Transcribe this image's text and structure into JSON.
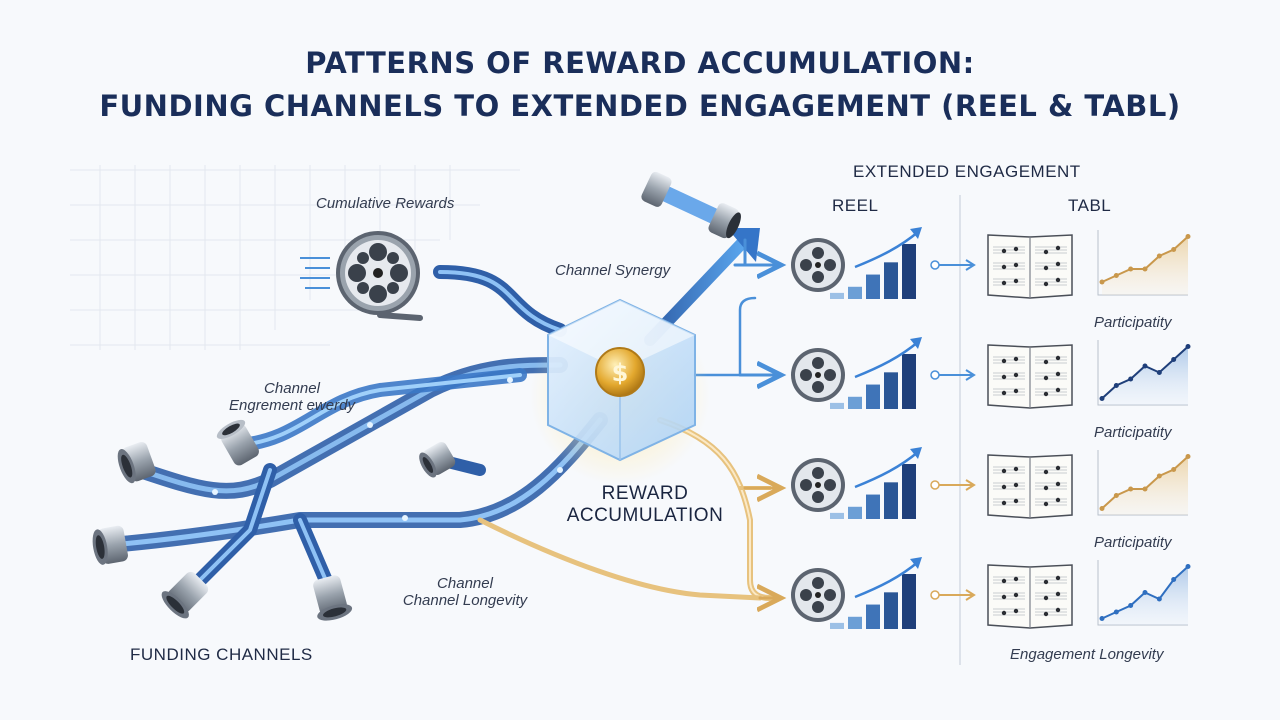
{
  "title": {
    "line1": "PATTERNS OF REWARD ACCUMULATION:",
    "line2": "FUNDING CHANNELS TO EXTENDED ENGAGEMENT (REEL & TABL)"
  },
  "labels": {
    "cumulative_rewards": "Cumulative Rewards",
    "channel_synergy": "Channel Synergy",
    "channel_engagement_1": "Channel",
    "channel_engagement_2": "Engrement ewerdy",
    "reward_accumulation_1": "REWARD",
    "reward_accumulation_2": "ACCUMULATION",
    "channel_longevity_1": "Channel",
    "channel_longevity_2": "Channel Longevity",
    "funding_channels": "FUNDING CHANNELS",
    "extended_engagement": "EXTENDED ENGAGEMENT",
    "reel": "REEL",
    "tabl": "TABL",
    "row_labels": [
      "Participatity",
      "Participatity",
      "Participatity",
      "Engagement Longevity"
    ]
  },
  "hub_symbol": "$",
  "colors": {
    "title": "#1a2e5a",
    "blue_channel": "#3b82d6",
    "gold_channel": "#e0b05a",
    "navy_bar": "#1f3f7a",
    "gold_chart": "#d9a95a"
  },
  "rows": [
    {
      "bars": [
        1,
        2,
        4,
        6,
        9
      ],
      "tabl_trend": [
        2,
        3,
        4,
        4,
        6,
        7,
        9
      ],
      "tabl_color": "gold"
    },
    {
      "bars": [
        1,
        2,
        4,
        6,
        9
      ],
      "tabl_trend": [
        1,
        3,
        4,
        6,
        5,
        7,
        9
      ],
      "tabl_color": "navy"
    },
    {
      "bars": [
        1,
        2,
        4,
        6,
        9
      ],
      "tabl_trend": [
        1,
        3,
        4,
        4,
        6,
        7,
        9
      ],
      "tabl_color": "gold"
    },
    {
      "bars": [
        1,
        2,
        4,
        6,
        9
      ],
      "tabl_trend": [
        1,
        2,
        3,
        5,
        4,
        7,
        9
      ],
      "tabl_color": "blue"
    }
  ]
}
